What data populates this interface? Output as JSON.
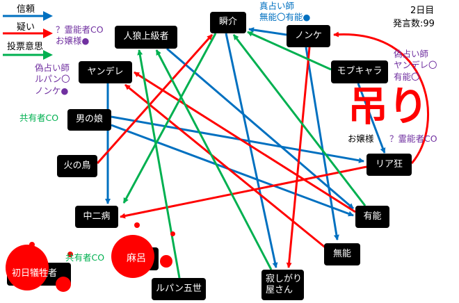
{
  "legend": [
    {
      "label": "信頼",
      "color": "#0070c0"
    },
    {
      "label": "疑い",
      "color": "#ff0000"
    },
    {
      "label": "投票意思",
      "color": "#00b050"
    }
  ],
  "status": {
    "day": "2日目",
    "count": "発言数:99"
  },
  "nodes": {
    "jinrou": "人狼上級者",
    "shunsuke": "瞬介",
    "nonke": "ノンケ",
    "mob": "モブキャラ",
    "yandere": "ヤンデレ",
    "otokonoko": "男の娘",
    "ojousama": "お嬢様",
    "hinotori": "火の鳥",
    "riakyou": "リア狂",
    "chuunibyou": "中二病",
    "yuunou": "有能",
    "munou": "無能",
    "maro": "麻呂",
    "shonichi": "初日犠牲者",
    "sabishigari": "寂しがり屋さん",
    "lupin": "ルパン五世"
  },
  "notes": {
    "ojou_co": [
      "？霊能者CO",
      "お嬢様●"
    ],
    "nise_left": [
      "偽占い師",
      "ルパン〇",
      "ノンケ●"
    ],
    "shin": [
      "真占い師",
      "無能〇有能●"
    ],
    "nise_right": [
      "偽占い師",
      "ヤンデレ〇",
      "有能〇"
    ],
    "reinou_co": "？霊能者CO",
    "kyouyuu1": "共有者CO",
    "kyouyuu2": "共有者CO",
    "hanged": "吊り"
  },
  "edges": [
    {
      "from": "ノンケ",
      "to": "瞬介",
      "type": "trust"
    },
    {
      "from": "ノンケ",
      "to": "無能",
      "type": "trust"
    },
    {
      "from": "モブキャラ",
      "to": "リア狂",
      "type": "trust"
    },
    {
      "from": "人狼上級者",
      "to": "有能",
      "type": "trust"
    },
    {
      "from": "男の娘",
      "to": "リア狂",
      "type": "trust"
    },
    {
      "from": "男の娘",
      "to": "有能",
      "type": "trust"
    },
    {
      "from": "ヤンデレ",
      "to": "中二病",
      "type": "trust"
    },
    {
      "from": "瞬介",
      "to": "寂しがり屋さん",
      "type": "trust"
    },
    {
      "from": "リア狂",
      "to": "ノンケ",
      "type": "doubt"
    },
    {
      "from": "リア狂",
      "to": "中二病",
      "type": "doubt"
    },
    {
      "from": "ノンケ",
      "to": "寂しがり屋さん",
      "type": "doubt"
    },
    {
      "from": "火の鳥",
      "to": "瞬介",
      "type": "doubt"
    },
    {
      "from": "無能",
      "to": "ヤンデレ",
      "type": "doubt"
    },
    {
      "from": "有能",
      "to": "ヤンデレ",
      "type": "doubt"
    },
    {
      "from": "モブキャラ",
      "to": "瞬介",
      "type": "vote"
    },
    {
      "from": "ルパン五世",
      "to": "人狼上級者",
      "type": "vote"
    },
    {
      "from": "有能",
      "to": "瞬介",
      "type": "vote"
    },
    {
      "from": "瞬介",
      "to": "中二病",
      "type": "vote"
    },
    {
      "from": "寂しがり屋さん",
      "to": "人狼上級者",
      "type": "vote"
    }
  ],
  "colors": {
    "trust": "#0070c0",
    "doubt": "#ff0000",
    "vote": "#00b050"
  }
}
